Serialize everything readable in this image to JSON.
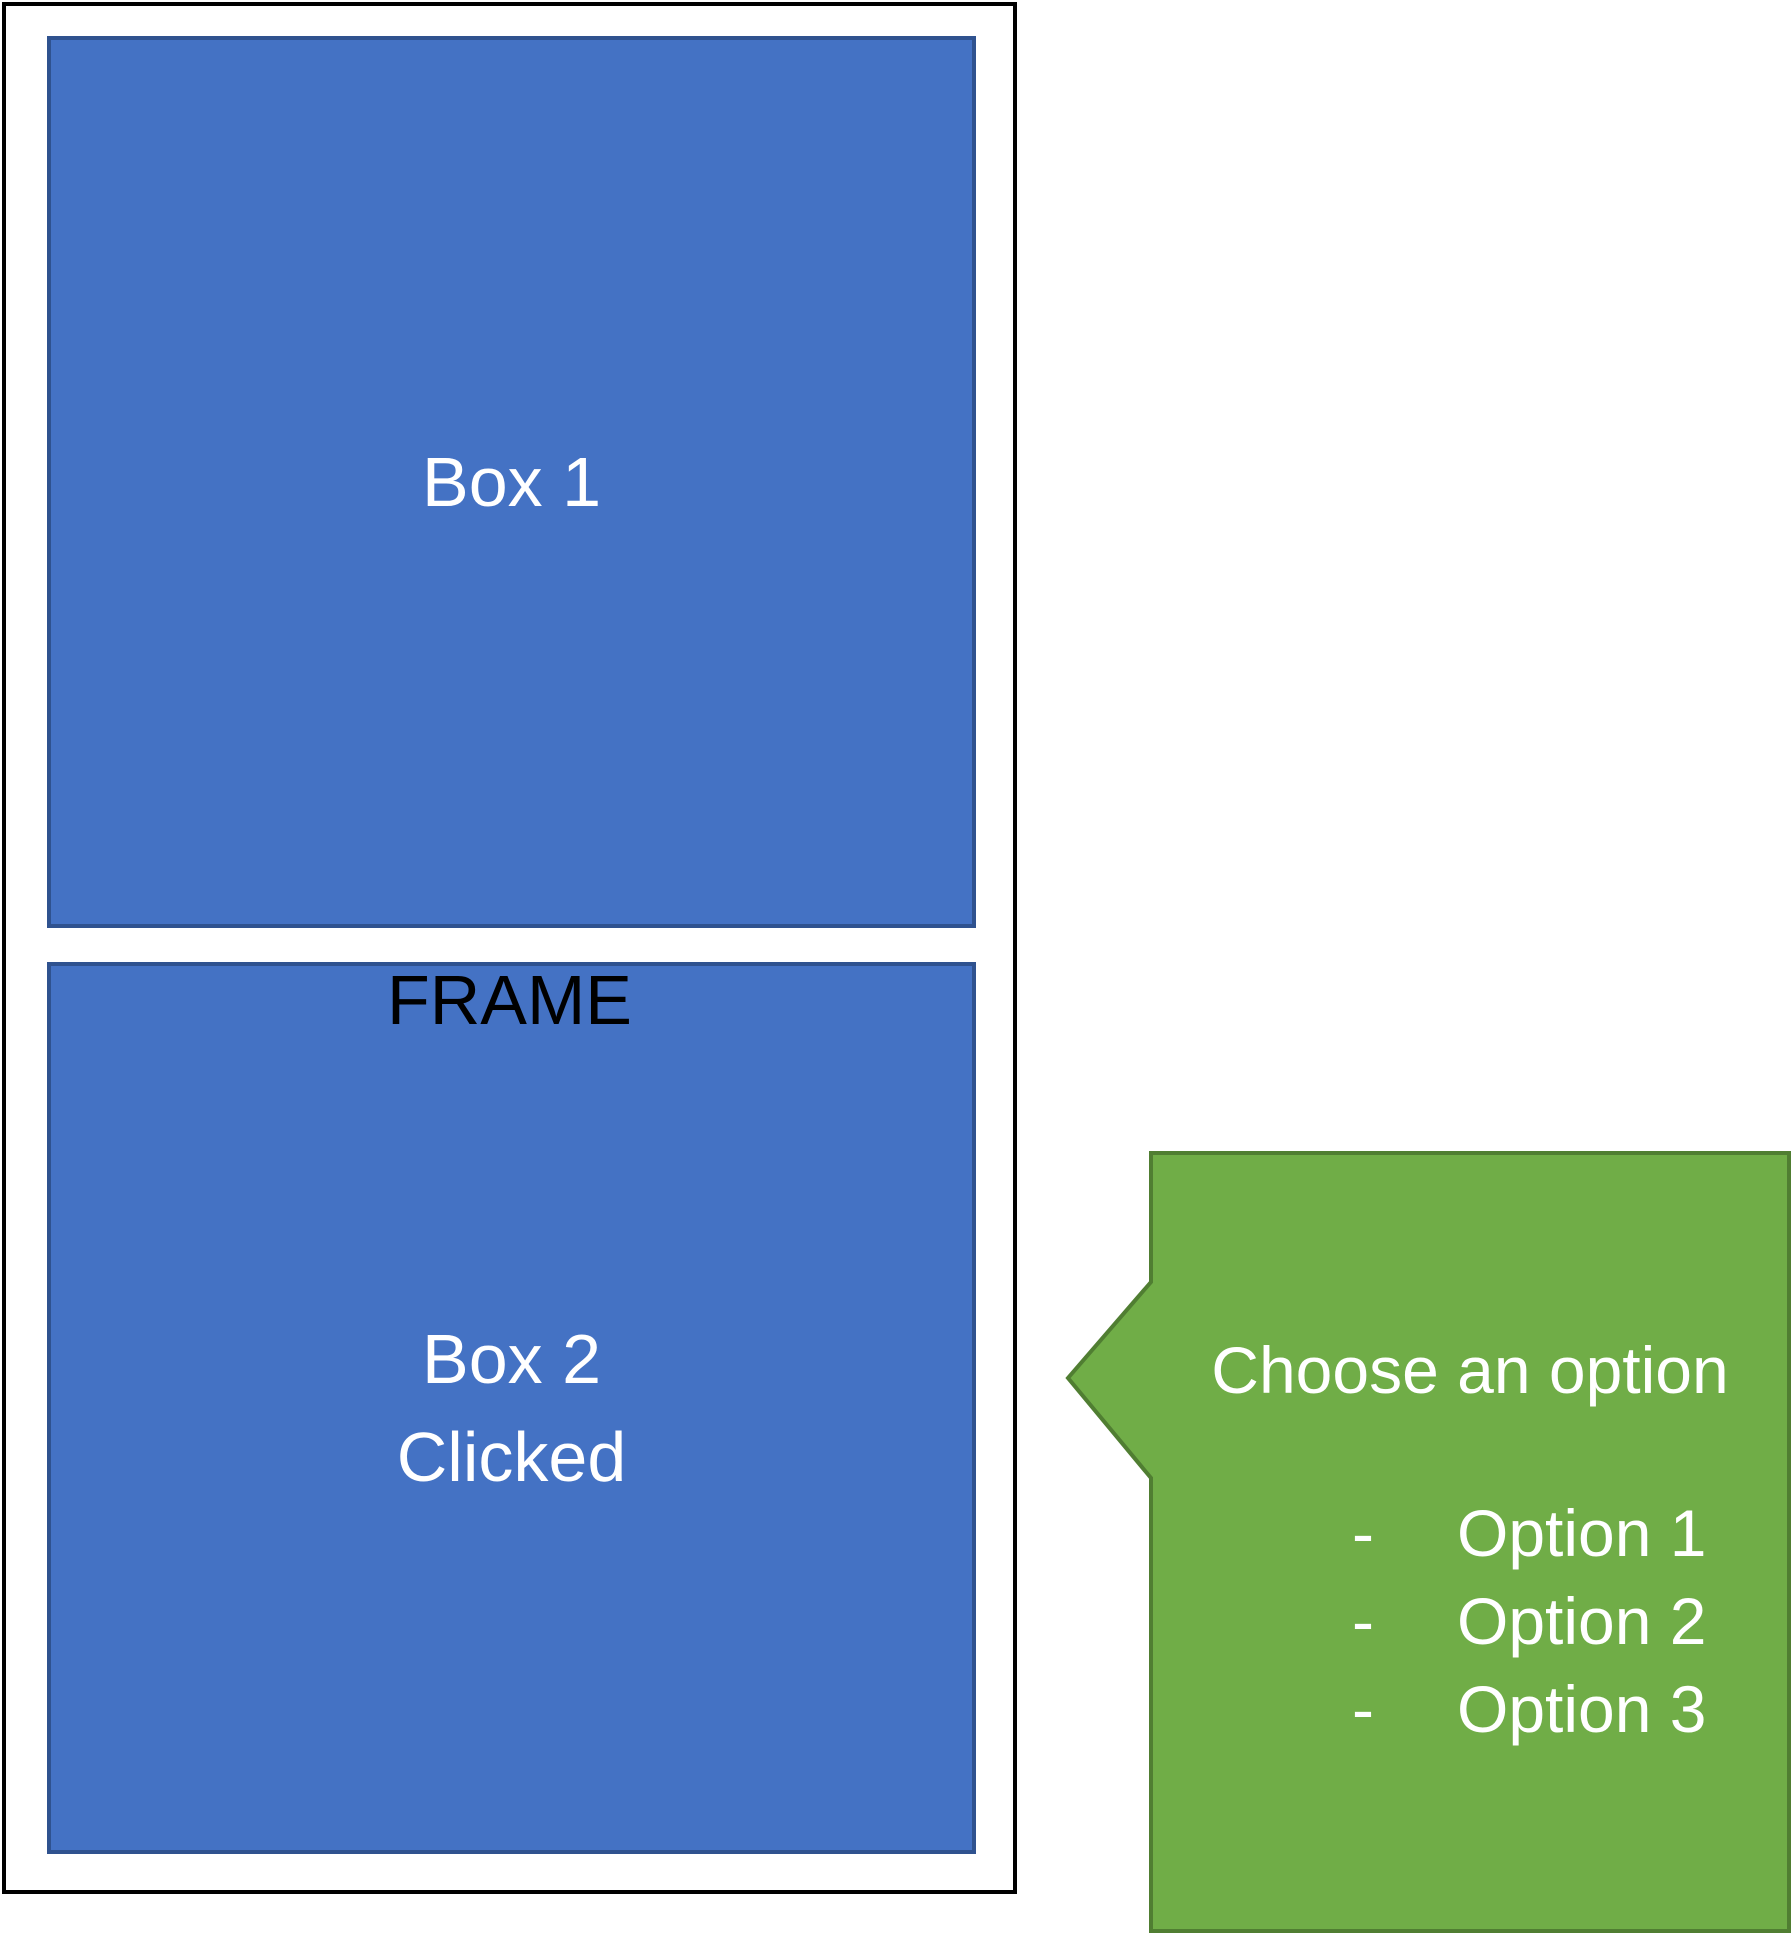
{
  "colors": {
    "box_fill": "#4472C4",
    "box_border": "#2F528F",
    "callout_fill": "#70AD47",
    "callout_border": "#507E32",
    "frame_border": "#000000"
  },
  "frame": {
    "label": "FRAME"
  },
  "box1": {
    "label": "Box 1"
  },
  "box2": {
    "label": "Box 2",
    "status": "Clicked"
  },
  "callout": {
    "title": "Choose an option",
    "options": [
      {
        "marker": "-",
        "label": "Option 1"
      },
      {
        "marker": "-",
        "label": "Option 2"
      },
      {
        "marker": "-",
        "label": "Option 3"
      }
    ]
  }
}
